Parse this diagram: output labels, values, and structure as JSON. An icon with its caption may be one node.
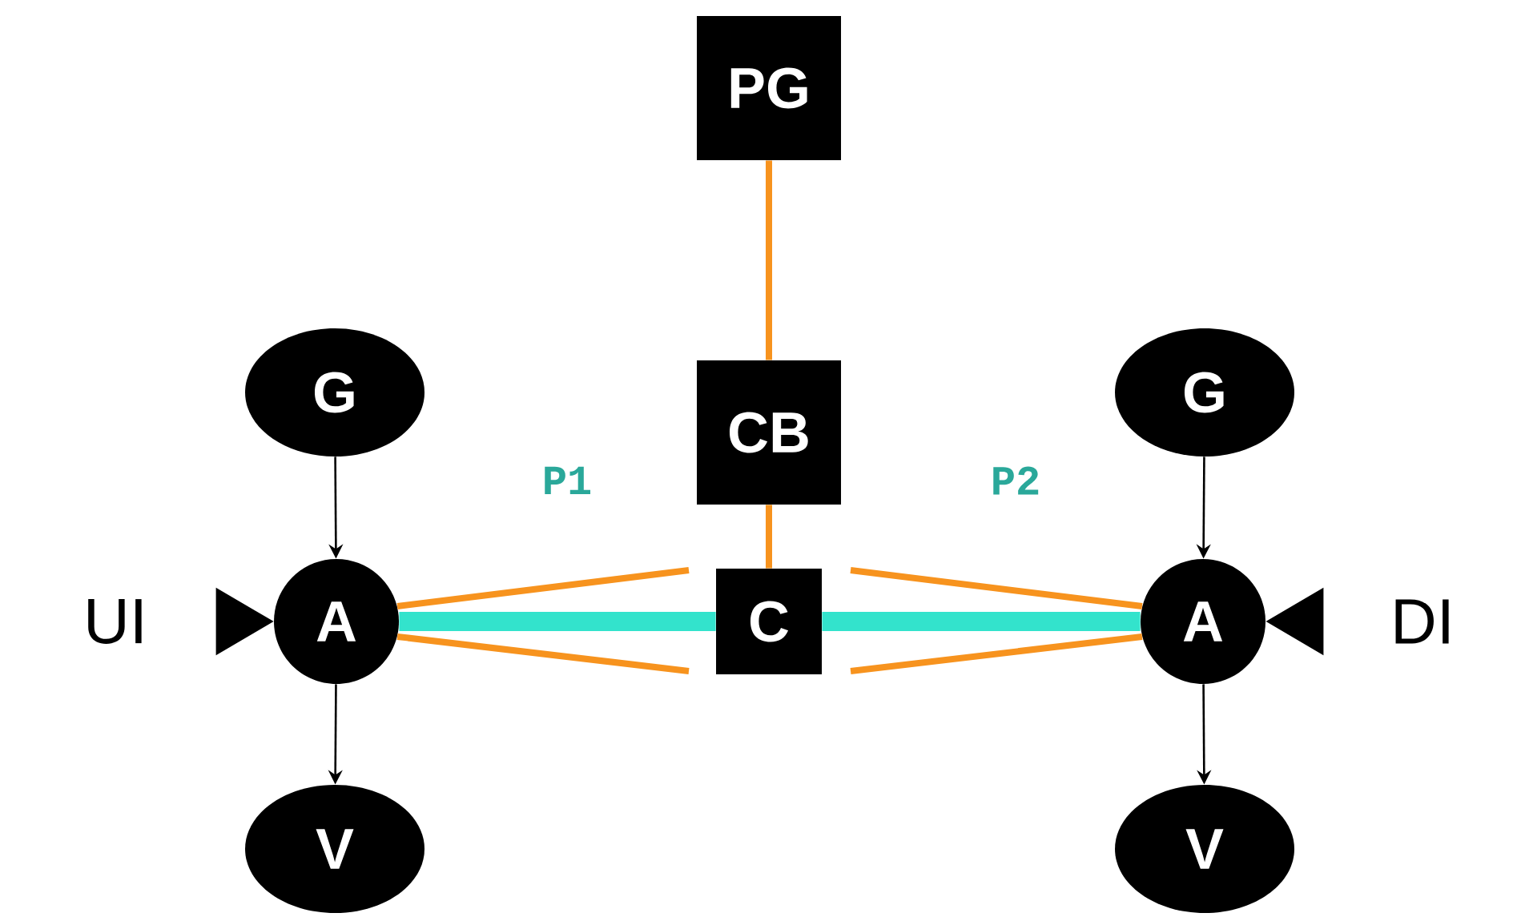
{
  "diagram": {
    "nodes": [
      {
        "text": [
          "PG"
        ]
      },
      {
        "text": [
          "CB"
        ]
      },
      {
        "text": [
          "C"
        ]
      },
      {
        "text": [
          "G"
        ]
      },
      {
        "text": [
          "A"
        ]
      },
      {
        "text": [
          "V"
        ]
      },
      {
        "text": [
          "G"
        ]
      },
      {
        "text": [
          "A"
        ]
      },
      {
        "text": [
          "V"
        ]
      }
    ],
    "edges": [
      {
        "from": 0,
        "to": 1,
        "arrow": "none"
      },
      {
        "from": 1,
        "to": 2,
        "arrow": "none"
      },
      {
        "from": 3,
        "to": 4,
        "arrow": "to",
        "color": "#000000"
      },
      {
        "from": 4,
        "to": 5,
        "arrow": "to",
        "color": "#000000"
      },
      {
        "from": 6,
        "to": 7,
        "arrow": "to",
        "color": "#000000"
      },
      {
        "from": 7,
        "to": 8,
        "arrow": "to",
        "color": "#000000"
      },
      {
        "from": 4,
        "to": 2,
        "arrow": "none",
        "style": "thick",
        "color": "#33e3cc",
        "label": "P1"
      },
      {
        "from": 2,
        "to": 7,
        "arrow": "none",
        "style": "thick",
        "color": "#33e3cc",
        "label": "P2"
      },
      {
        "from": null,
        "to": 4,
        "arrow": "to",
        "color": "#000000"
      },
      {
        "from": null,
        "to": 7,
        "arrow": "to",
        "color": "#000000"
      },
      {
        "from": 4,
        "to": null,
        "arrow": "none"
      },
      {
        "from": 4,
        "to": null,
        "arrow": "none"
      },
      {
        "from": 7,
        "to": null,
        "arrow": "none"
      },
      {
        "from": 7,
        "to": null,
        "arrow": "none"
      }
    ],
    "labels": [
      "UI",
      "DI"
    ]
  }
}
